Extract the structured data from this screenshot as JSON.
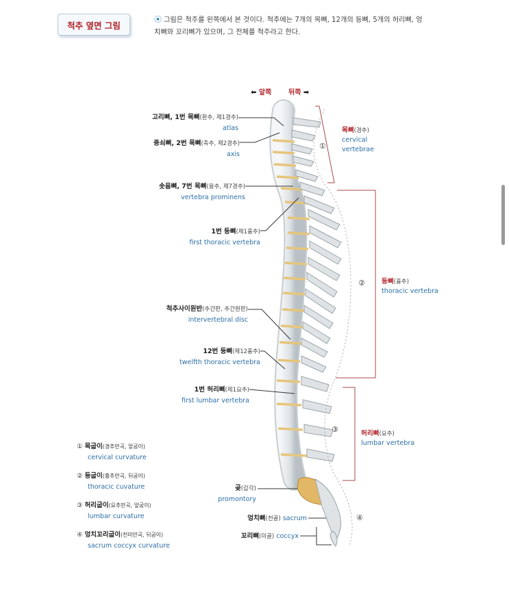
{
  "title": "척추 옆면 그림",
  "intro": {
    "bullet": "⦿",
    "line1": "그림은 척주를 왼쪽에서 본 것이다. 척추에는 7개의 목뼈, 12개의 등뼈, 5개의 허리뼈, 엉",
    "line2": "치뼈와 꼬리뼈가 있으며, 그 전체를 척주라고 한다."
  },
  "direction": {
    "front": "앞쪽",
    "back": "뒤쪽"
  },
  "labels": {
    "atlas": {
      "ko": "고리뼈, 1번 목뼈",
      "ko_sub": "(환추, 제1경추)",
      "en": "atlas"
    },
    "axis": {
      "ko": "중쇠뼈, 2번 목뼈",
      "ko_sub": "(축추, 제2경추)",
      "en": "axis"
    },
    "prominens": {
      "ko": "솟음뼈, 7번 목뼈",
      "ko_sub": "(융추, 제7경추)",
      "en": "vertebra prominens"
    },
    "first_thoracic": {
      "ko": "1번 등뼈",
      "ko_sub": "(제1흉추)",
      "en": "first thoracic vertebra"
    },
    "disc": {
      "ko": "척추사이원반",
      "ko_sub": "(추간판, 추간원판)",
      "en": "intervertebral disc"
    },
    "twelfth_thoracic": {
      "ko": "12번 등뼈",
      "ko_sub": "(제12흉추)",
      "en": "twelfth thoracic vertebra"
    },
    "first_lumbar": {
      "ko": "1번 허리뼈",
      "ko_sub": "(제1요추)",
      "en": "first lumbar vertebra"
    },
    "promontory": {
      "ko": "곶",
      "ko_sub": "(갑각)",
      "en": "promontory"
    },
    "sacrum": {
      "ko": "엉치뼈",
      "ko_sub": "(천골)",
      "en": "sacrum"
    },
    "coccyx": {
      "ko": "꼬리뼈",
      "ko_sub": "(미골)",
      "en": "coccyx"
    }
  },
  "regions": {
    "cervical": {
      "num": "①",
      "ko": "목뼈",
      "ko_sub": "(경추)",
      "en1": "cervical",
      "en2": "vertebrae"
    },
    "thoracic": {
      "num": "②",
      "ko": "등뼈",
      "ko_sub": "(흉추)",
      "en1": "thoracic vertebra"
    },
    "lumbar": {
      "num": "③",
      "ko": "허리뼈",
      "ko_sub": "(요추)",
      "en1": "lumbar vertebra"
    },
    "sacral": {
      "num": "④"
    }
  },
  "legend": [
    {
      "num": "①",
      "ko": "목굽이",
      "ko_sub": "(경추만곡, 앞굽이)",
      "en": "cervical curvature"
    },
    {
      "num": "②",
      "ko": "등굽이",
      "ko_sub": "(흉추만곡, 뒤굽이)",
      "en": "thoracic cuvature"
    },
    {
      "num": "③",
      "ko": "허리굽이",
      "ko_sub": "(요추만곡, 앞굽이)",
      "en": "lumbar curvature"
    },
    {
      "num": "④",
      "ko": "엉치꼬리굽이",
      "ko_sub": "(천미만곡, 뒤굽이)",
      "en": "sacrum coccyx curvature"
    }
  ],
  "colors": {
    "accent_red": "#b0232a",
    "english_blue": "#2b6ea8",
    "bone": "#dfe3e6",
    "disc": "#e8c77a",
    "sacrum": "#e2b866"
  }
}
